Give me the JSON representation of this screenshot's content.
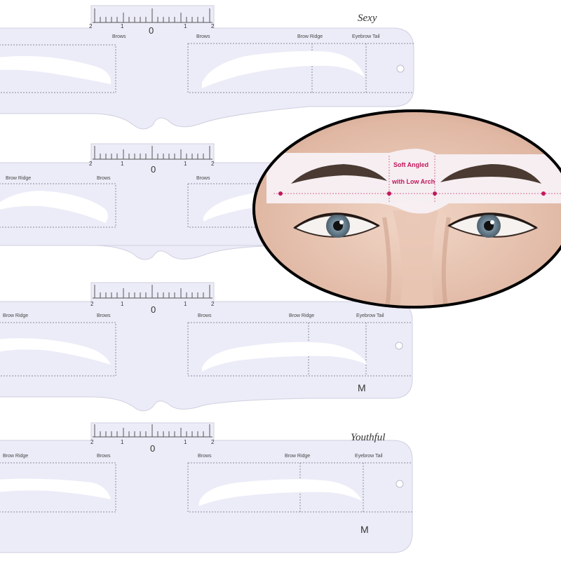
{
  "colors": {
    "stencil": "#ececf8",
    "stencil_edge": "#cfcfe0",
    "cutout": "#ffffff",
    "guide_dash": "#8a8a9a",
    "accent_pink": "#c2185b"
  },
  "ruler": {
    "numbers": [
      "2",
      "1",
      "0",
      "1",
      "2"
    ]
  },
  "stencils": [
    {
      "style_label": "Sexy",
      "size_label": "",
      "labels": [
        "Brows",
        "Brows",
        "Brow Ridge",
        "Eyebrow Tail"
      ]
    },
    {
      "style_label": "",
      "size_label": "",
      "labels": [
        "Brow Ridge",
        "Brows",
        "Brows"
      ]
    },
    {
      "style_label": "",
      "size_label": "M",
      "labels": [
        "Brow Ridge",
        "Brows",
        "Brows",
        "Brow Ridge",
        "Eyebrow Tail"
      ]
    },
    {
      "style_label": "Youthful",
      "size_label": "M",
      "labels": [
        "Brow Ridge",
        "Brows",
        "Brows",
        "Brow Ridge",
        "Eyebrow Tail"
      ]
    }
  ],
  "photo": {
    "card_line1": "Soft Angled",
    "card_line2": "with Low Arch"
  }
}
